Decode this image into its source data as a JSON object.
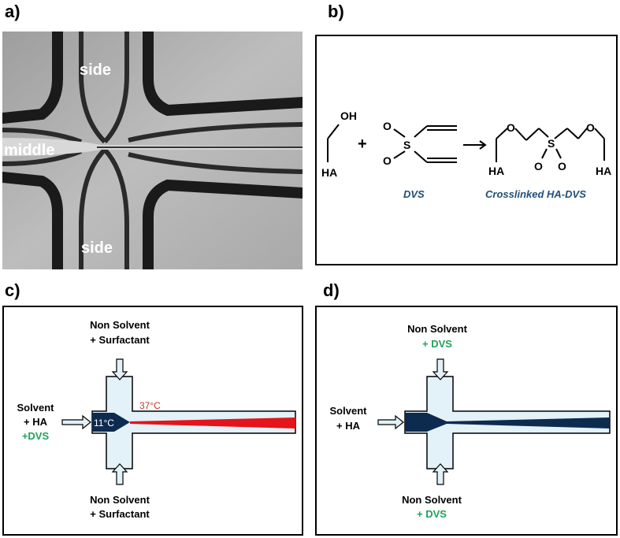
{
  "panels": {
    "a": {
      "label": "a)",
      "side_top": "side",
      "middle": "middle",
      "side_bottom": "side"
    },
    "b": {
      "label": "b)",
      "oh": "OH",
      "ha": "HA",
      "plus": "+",
      "o_top": "O",
      "s": "S",
      "o_bottom": "O",
      "dvs_caption": "DVS",
      "product_o1": "O",
      "product_o2": "O",
      "product_s": "S",
      "product_o3": "O",
      "product_o4": "O",
      "product_ha_left": "HA",
      "product_ha_right": "HA",
      "product_caption": "Crosslinked HA-DVS"
    },
    "c": {
      "label": "c)",
      "top_line1": "Non Solvent",
      "top_line2": "+ Surfactant",
      "left_line1": "Solvent",
      "left_line2": "+ HA",
      "left_line3": "+DVS",
      "temp_cold": "11°C",
      "temp_hot": "37°C",
      "bottom_line1": "Non Solvent",
      "bottom_line2": "+ Surfactant"
    },
    "d": {
      "label": "d)",
      "top_line1": "Non Solvent",
      "top_line2": "+ DVS",
      "left_line1": "Solvent",
      "left_line2": "+ HA",
      "bottom_line1": "Non Solvent",
      "bottom_line2": "+ DVS"
    }
  },
  "colors": {
    "navy": "#0d2b4e",
    "channel_fill": "#e3f1f8",
    "red": "#e3141b",
    "green": "#1fa35a",
    "caption_blue": "#1f4e79",
    "temp_red": "#c0392b"
  }
}
